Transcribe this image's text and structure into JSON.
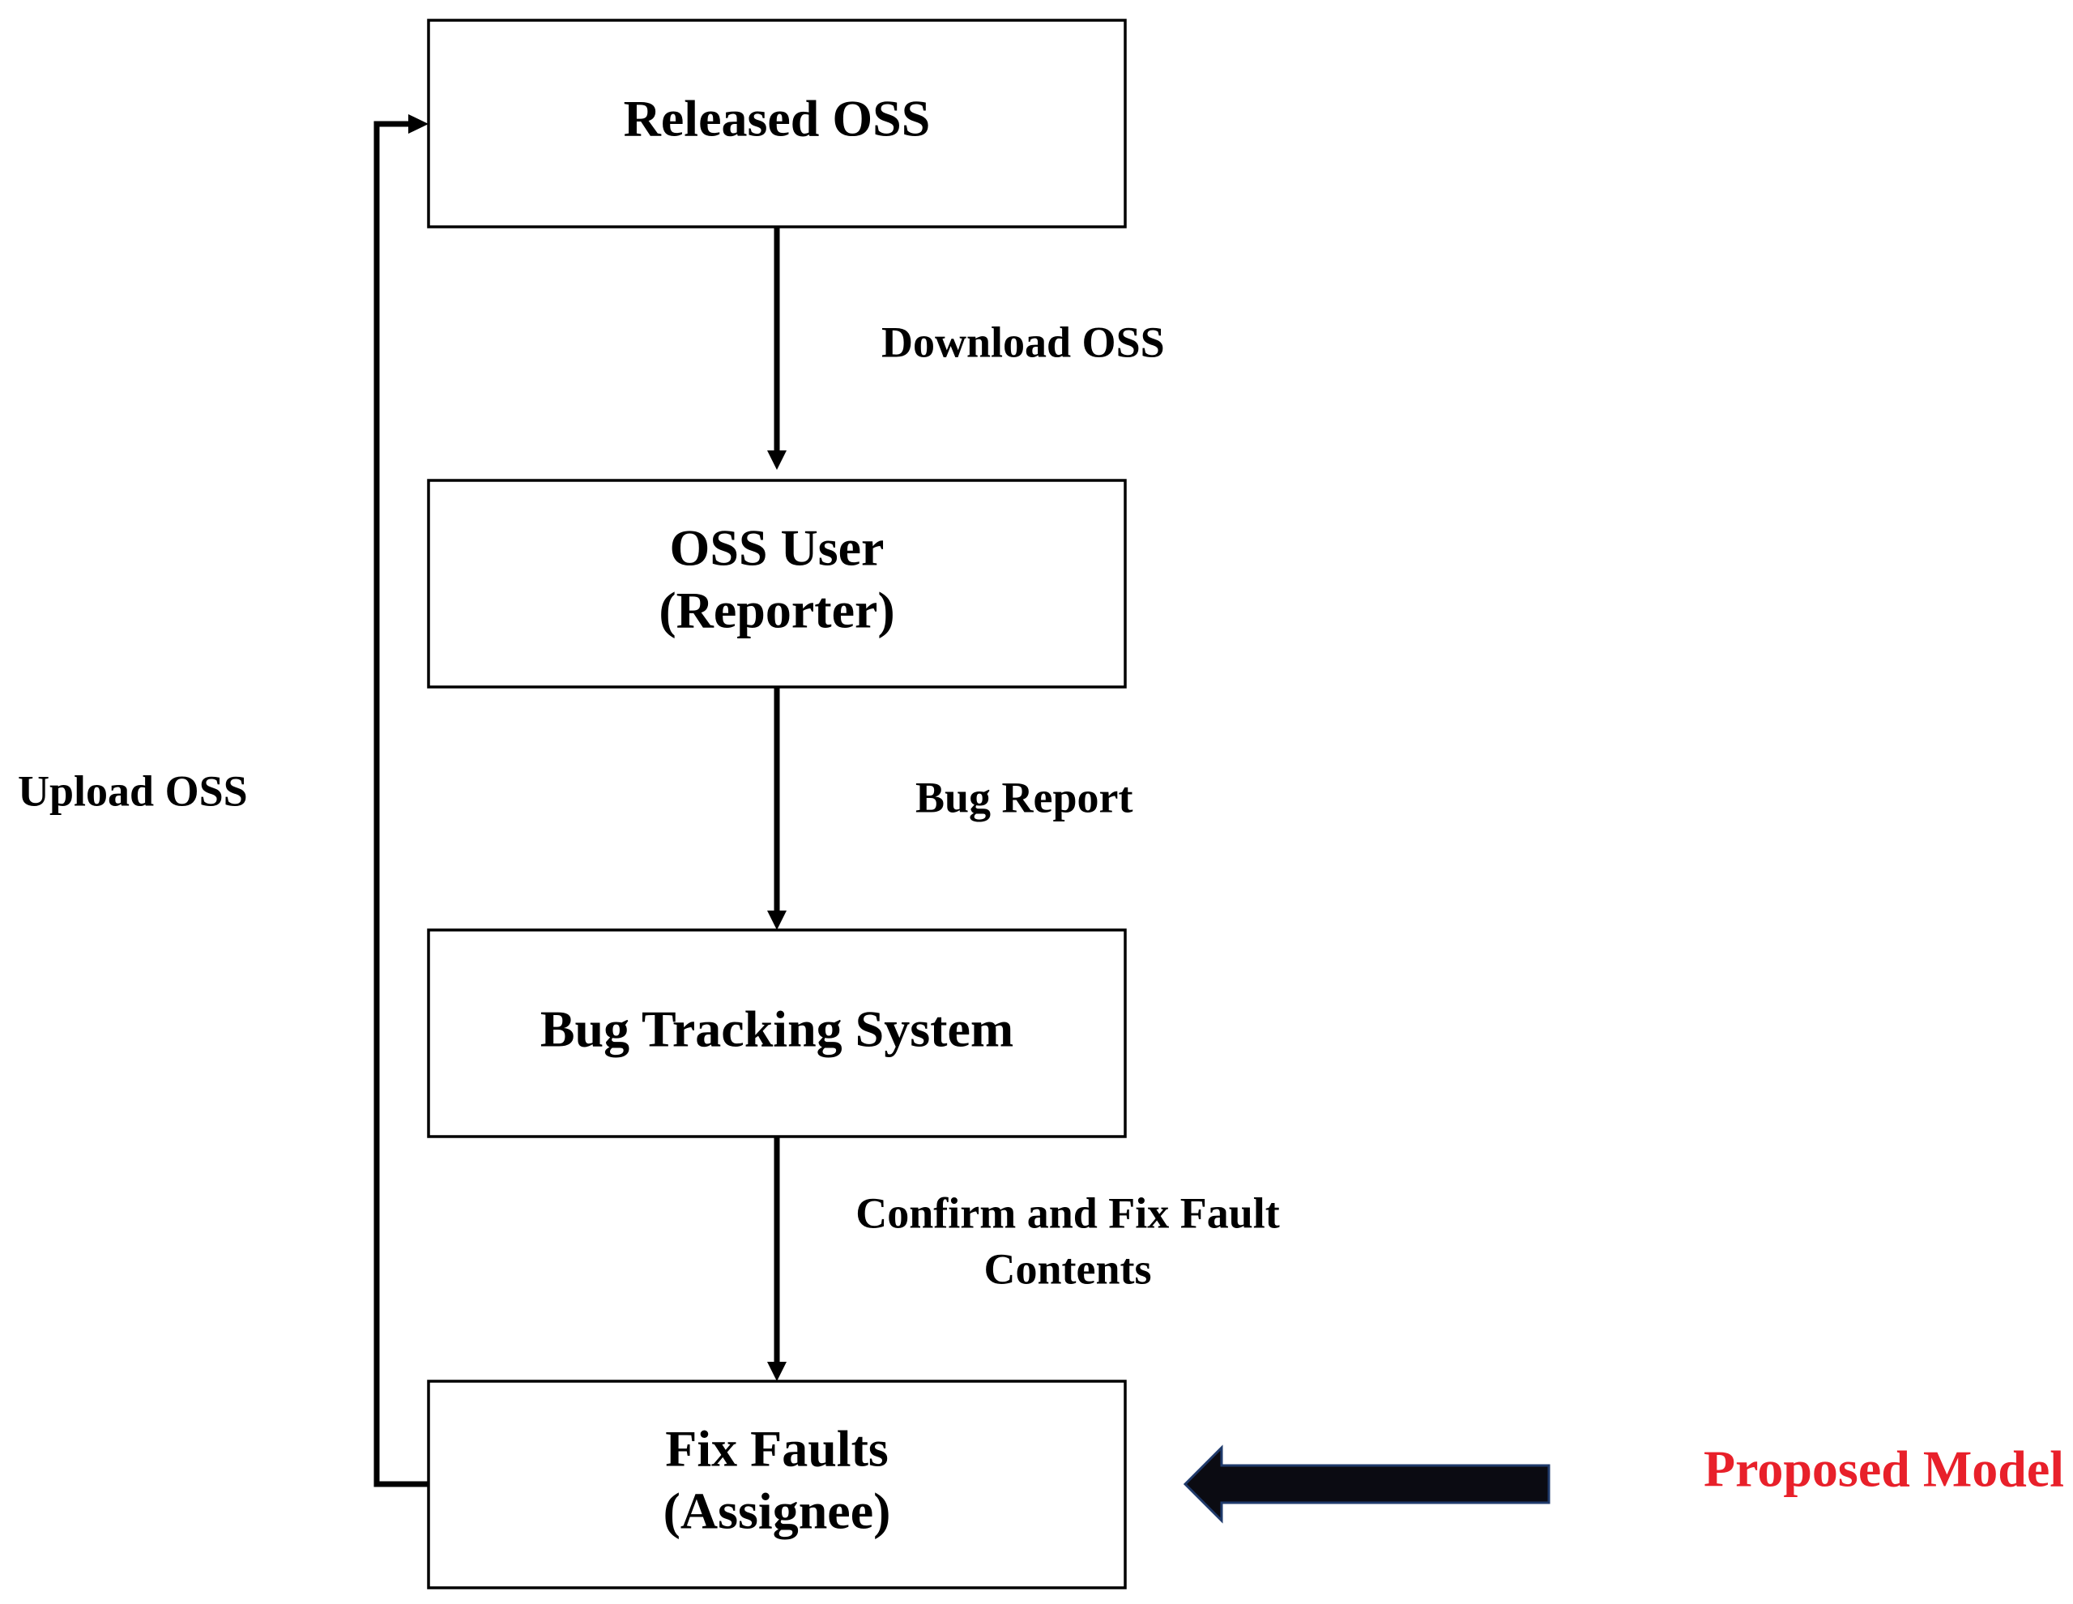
{
  "nodes": {
    "released_oss": {
      "line1": "Released OSS"
    },
    "oss_user": {
      "line1": "OSS User",
      "line2": "(Reporter)"
    },
    "bug_tracking": {
      "line1": "Bug Tracking System"
    },
    "fix_faults": {
      "line1": "Fix Faults",
      "line2": "(Assignee)"
    }
  },
  "edges": {
    "download": {
      "label": "Download OSS"
    },
    "bug_report": {
      "label": "Bug Report"
    },
    "confirm_fix": {
      "line1": "Confirm and Fix Fault",
      "line2": "Contents"
    },
    "upload": {
      "label": "Upload OSS"
    }
  },
  "callout": {
    "label": "Proposed Model",
    "color": "#e8202a",
    "arrow_color": "#0b0b12",
    "arrow_outline": "#1f3a6b"
  }
}
